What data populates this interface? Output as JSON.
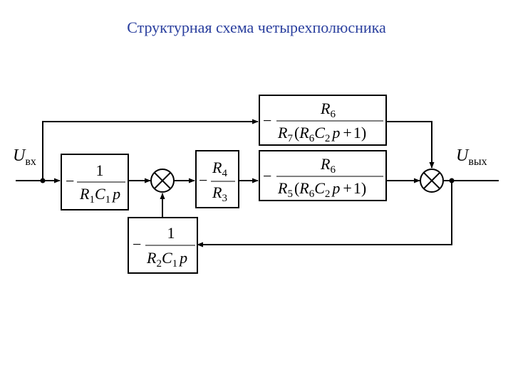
{
  "title": "Структурная схема четырехполюсника",
  "signals": {
    "input_symbol": "U",
    "input_subscript": "вх",
    "output_symbol": "U",
    "output_subscript": "вых"
  },
  "blocks": {
    "block1": {
      "sign": "−",
      "numerator": "1",
      "den_parts": [
        "R",
        "1",
        "C",
        "1",
        "p"
      ]
    },
    "block2": {
      "sign": "−",
      "num_parts": [
        "R",
        "4"
      ],
      "den_parts": [
        "R",
        "3"
      ]
    },
    "block3": {
      "sign": "−",
      "num_parts": [
        "R",
        "6"
      ],
      "den_lead": [
        "R",
        "5"
      ],
      "den_paren": "(",
      "den_inner": [
        "R",
        "6",
        "C",
        "2",
        "p"
      ],
      "den_plus": "+",
      "den_one": "1",
      "den_close": ")"
    },
    "block4": {
      "sign": "−",
      "num_parts": [
        "R",
        "6"
      ],
      "den_lead": [
        "R",
        "7"
      ],
      "den_paren": "(",
      "den_inner": [
        "R",
        "6",
        "C",
        "2",
        "p"
      ],
      "den_plus": "+",
      "den_one": "1",
      "den_close": ")"
    },
    "block5": {
      "sign": "−",
      "numerator": "1",
      "den_parts": [
        "R",
        "2",
        "C",
        "1",
        "p"
      ]
    }
  },
  "colors": {
    "title": "#2a3f9e",
    "lines": "#000000"
  }
}
